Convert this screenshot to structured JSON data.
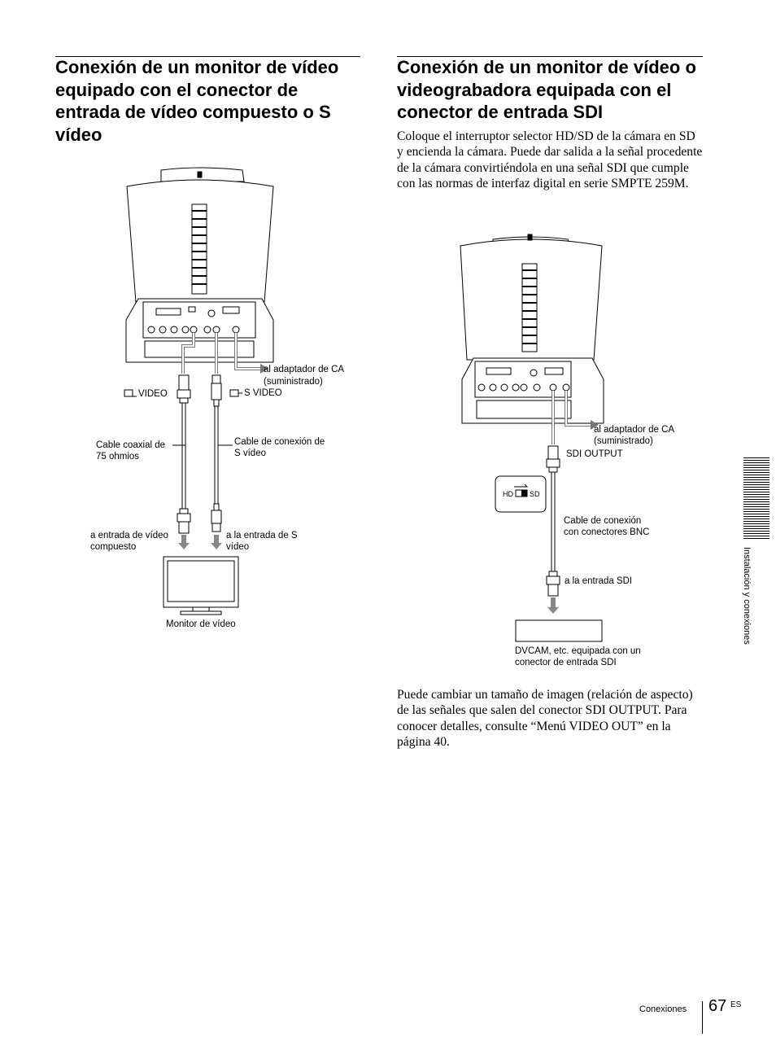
{
  "left": {
    "heading": "Conexión de un monitor de vídeo equipado con el conector de entrada de vídeo compuesto o S vídeo",
    "labels": {
      "video": "VIDEO",
      "s_video": "S VIDEO",
      "ac_adapter_1": "al adaptador de CA",
      "ac_adapter_2": "(suministrado)",
      "coax_1": "Cable coaxial de",
      "coax_2": "75 ohmios",
      "svideo_cable_1": "Cable de conexión de",
      "svideo_cable_2": "S vídeo",
      "comp_in_1": "a entrada de vídeo",
      "comp_in_2": "compuesto",
      "s_in_1": "a la entrada de S",
      "s_in_2": "vídeo",
      "monitor": "Monitor de vídeo"
    }
  },
  "right": {
    "heading": "Conexión de un monitor de vídeo o videograbadora equipada con el conector de entrada SDI",
    "paragraph1": "Coloque el interruptor selector HD/SD de la cámara en SD y encienda la cámara. Puede dar salida a la señal procedente de la cámara convirtiéndola en una señal SDI que cumple con las normas de interfaz digital en serie SMPTE 259M.",
    "paragraph2": "Puede cambiar un tamaño de imagen (relación de aspecto) de las señales que salen del conector SDI OUTPUT. Para conocer detalles, consulte “Menú VIDEO OUT” en la página 40.",
    "labels": {
      "ac_adapter_1": "al adaptador de CA",
      "ac_adapter_2": "(suministrado)",
      "sdi_output": "SDI OUTPUT",
      "hd": "HD",
      "sd": "SD",
      "bnc_cable_1": "Cable de conexión",
      "bnc_cable_2": "con conectores BNC",
      "sdi_in": "a la entrada SDI",
      "dvcam_1": "DVCAM, etc. equipada con un",
      "dvcam_2": "conector de entrada SDI"
    }
  },
  "side_tab": "Instalación y conexiones",
  "footer": {
    "section": "Conexiones",
    "page": "67",
    "lang": "ES"
  }
}
